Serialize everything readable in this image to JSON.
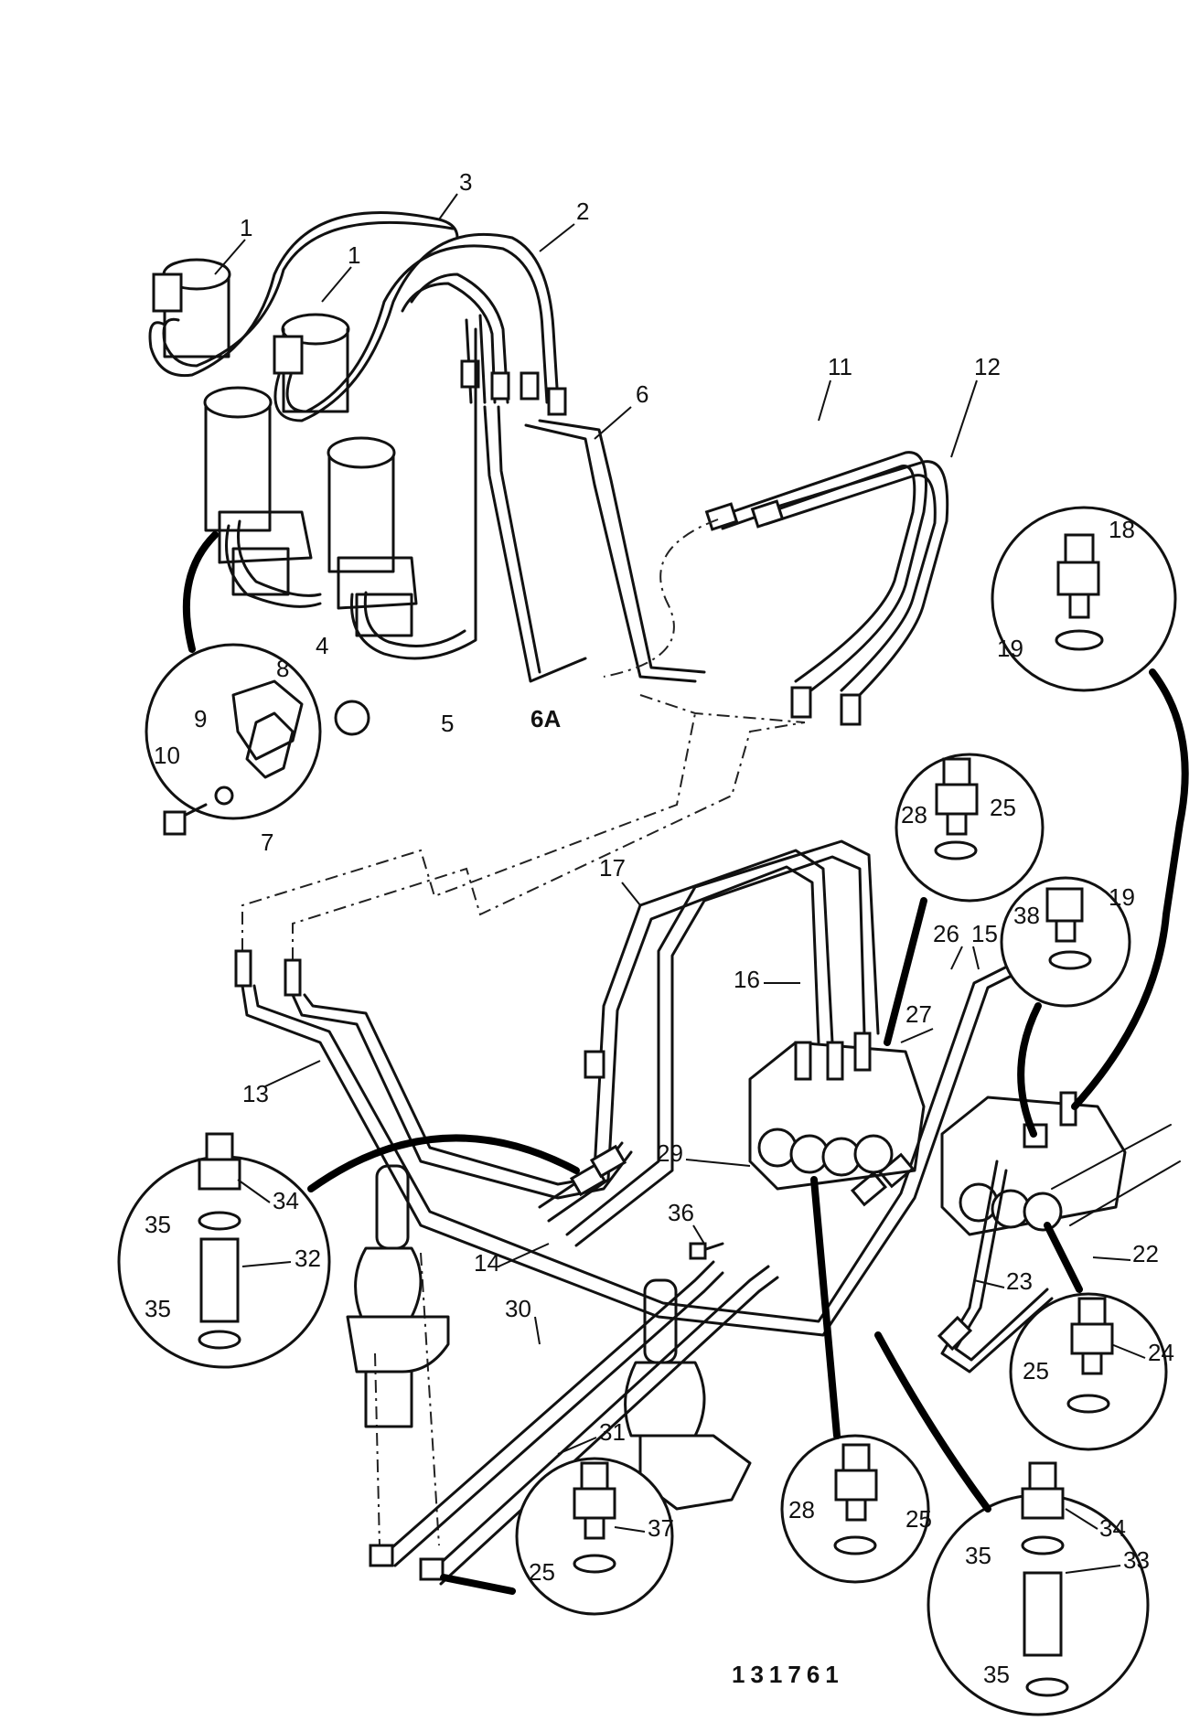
{
  "diagram": {
    "drawing_number": "131761",
    "part_labels": [
      "1",
      "1",
      "2",
      "3",
      "4",
      "5",
      "6",
      "6A",
      "7",
      "8",
      "9",
      "10",
      "11",
      "12",
      "13",
      "14",
      "15",
      "16",
      "17",
      "18",
      "19",
      "19",
      "22",
      "23",
      "24",
      "25",
      "25",
      "25",
      "25",
      "26",
      "27",
      "28",
      "28",
      "29",
      "30",
      "31",
      "32",
      "33",
      "34",
      "34",
      "35",
      "35",
      "35",
      "35",
      "36",
      "37",
      "38"
    ]
  }
}
